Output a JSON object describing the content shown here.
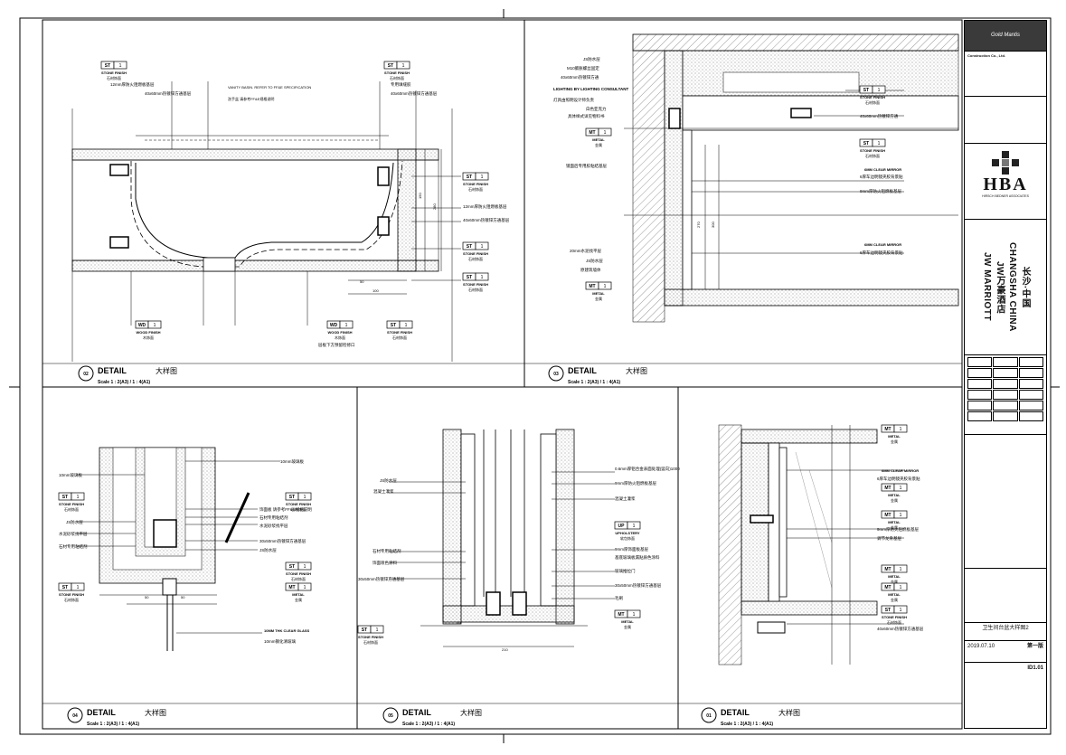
{
  "details": {
    "d02": {
      "num": "02",
      "word": "DETAIL",
      "cn": "大样图",
      "scale": "Scale 1 : 2(A3) / 1 : 4(A1)"
    },
    "d03": {
      "num": "03",
      "word": "DETAIL",
      "cn": "大样图",
      "scale": "Scale 1 : 2(A3) / 1 : 4(A1)"
    },
    "d04": {
      "num": "04",
      "word": "DETAIL",
      "cn": "大样图",
      "scale": "Scale 1 : 2(A3) / 1 : 4(A1)"
    },
    "d05": {
      "num": "05",
      "word": "DETAIL",
      "cn": "大样图",
      "scale": "Scale 1 : 2(A3) / 1 : 4(A1)"
    },
    "d01": {
      "num": "01",
      "word": "DETAIL",
      "cn": "大样图",
      "scale": "Scale 1 : 2(A3) / 1 : 4(A1)"
    }
  },
  "tags": {
    "st_code": "ST",
    "one": "1",
    "wd_code": "WD",
    "mt_code": "MT",
    "up_code": "UP",
    "stone_finish": "STONE FINISH",
    "stone_cn": "石材饰面",
    "wood_finish": "WOOD FINISH",
    "wood_cn": "木饰面",
    "metal": "METAL",
    "metal_cn": "金属",
    "upholstery": "UPHOLSTERY",
    "upholstery_cn": "软包饰面"
  },
  "notes": {
    "n12mm": "12mm厚防火阻燃板基层",
    "n40x60": "40x60mm热镀锌方通基层",
    "vanity": "VANITY BASIN. REFER TO FF&E SPECIFICATION",
    "vanity_cn": "洗手盆 请参考FF&E规格说明",
    "glue": "专用填缝胶",
    "below_cab": "层板下方预留检修口",
    "js": "JS防水层",
    "m10": "M10膨胀螺丝固定",
    "n40x60b": "40x60mm热镀锌方通",
    "light_en": "LIGHTING BY LIGHTING CONSULTANT",
    "light_cn": "灯具由照明设计师负责",
    "acrylic": "白色亚克力",
    "acrylic2": "具体样式详见物料书",
    "mirror_glue": "镜面后专用胶粘结基层",
    "n40x60c": "40x60mm热镀锌方通",
    "mirror_en": "6MM CLEAR MIRROR",
    "mirror_cn": "6厚车边明镜夹胶背景贴",
    "n9mm": "9mm厚防火阻燃板基层",
    "n20mm": "20mm水泥找平层",
    "js2": "JS防水层",
    "wall": "原建筑墙体",
    "n10mm": "10mm玻璃板",
    "n10mm2": "10mm玻璃板",
    "basin_note": "饰面板 请参考FF&E规格说明",
    "stone_glue": "石材专用粘结剂",
    "cement_sand": "水泥砂浆找平层",
    "water_sand": "水泥砂浆找平层",
    "stone_glue2": "石材专用粘结剂",
    "n30x50": "30x50mm热镀锌方通基层",
    "js3": "JS防水层",
    "clear_glass": "10MM THK CLEAR GLASS",
    "clear_glass_cn": "10mm钢化清玻璃",
    "d05_top": "0.6mm厚铝合金表面处理(竖向)1000",
    "d05_9mm": "9mm厚防火阻燃板基层",
    "d05_js": "JS防水层",
    "d05_concrete": "混凝土灌浆",
    "d05_concrete2": "混凝土灌浆",
    "d05_glue": "石材专用粘结剂",
    "d05_paint": "饰面喷色涂料",
    "d05_9mm2": "9mm厚饰面板基层",
    "d05_glass": "玻璃推拉门",
    "d05_30x50": "30x50mm热镀锌方通基层",
    "d05_30x50b": "30x50mm热镀锌方通基层",
    "d05_brush": "毛刷",
    "d05_fabric": "基底玻璃板漏贴质色涂料",
    "d01_mirror_en": "6MM CLEAR MIRROR",
    "d01_mirror_cn": "6厚车边明镜夹胶背景贴",
    "d01_9mm": "9mm厚防火阻燃板基层",
    "d01_adj": "调节龙骨基层",
    "d01_40x60": "40x60mm热镀锌方通基层"
  },
  "dims": {
    "d1": "50",
    "d2": "100",
    "d3": "280",
    "d4": "150",
    "d5": "50",
    "d6": "50",
    "d7": "50",
    "d8": "210",
    "d9": "270",
    "d10": "300"
  },
  "titleblock": {
    "company_en": "Construction Co., Ltd.",
    "logo_text": "Gold Mantis",
    "hba": "HBA",
    "hba_sub": "HIRSCH BEDNER ASSOCIATES",
    "project_en": "JW MARRIOTT",
    "project_cn": "JW万豪酒店",
    "city_en": "CHANGSHA CHINA",
    "city_cn": "长沙·中国",
    "drawing_title": "卫生间台盆大样图2",
    "date": "2019.07.10",
    "rev": "第一版",
    "sheet_no": "ID1.01"
  }
}
